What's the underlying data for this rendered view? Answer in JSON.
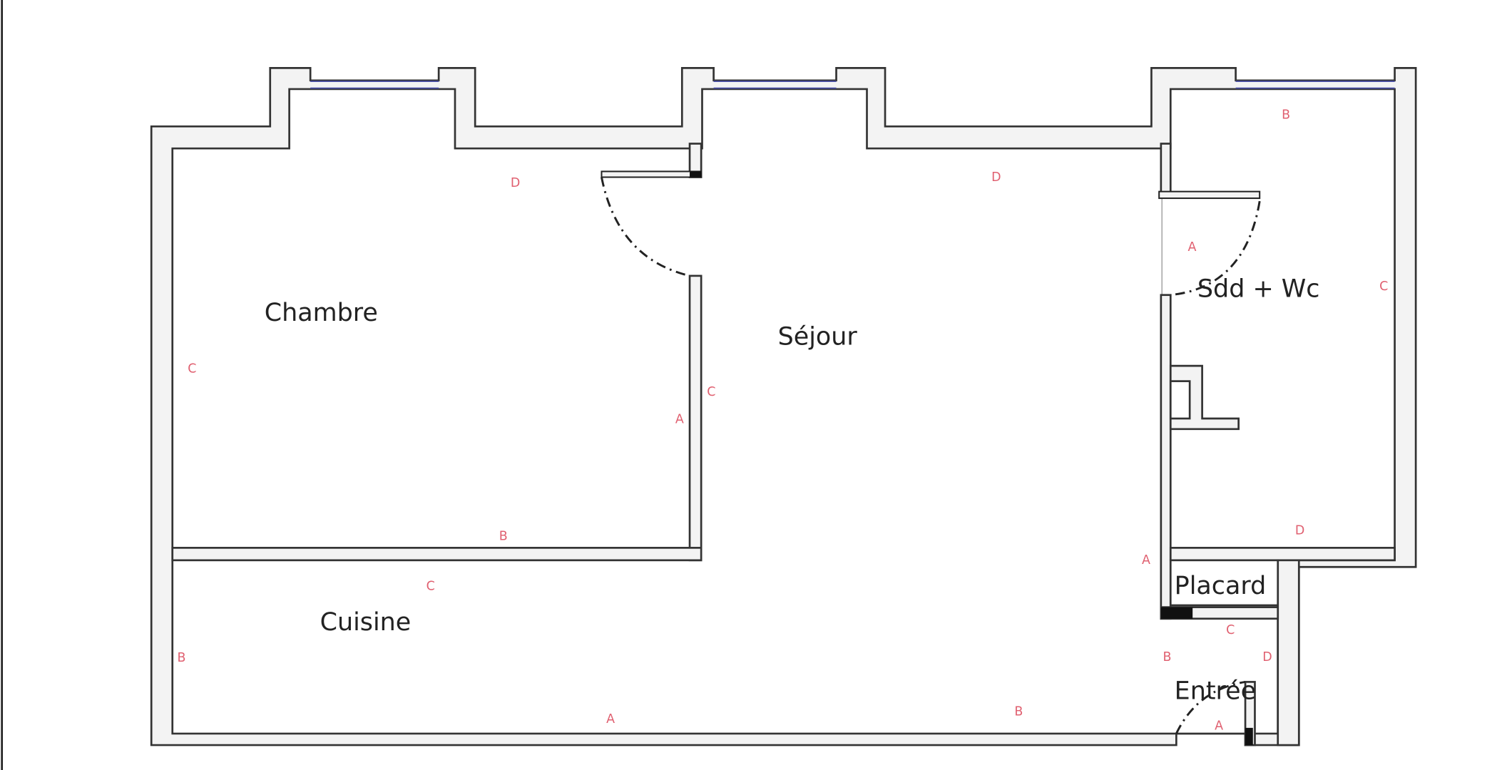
{
  "rooms": {
    "chambre": "Chambre",
    "sejour": "Séjour",
    "sdd_wc": "Sdd + Wc",
    "placard": "Placard",
    "cuisine": "Cuisine",
    "entree": "Entrée"
  },
  "wall_markers": [
    "D",
    "D",
    "B",
    "A",
    "C",
    "C",
    "C",
    "A",
    "B",
    "D",
    "A",
    "C",
    "C",
    "B",
    "D",
    "B",
    "A",
    "B",
    "A"
  ],
  "colors": {
    "wall_fill": "#f3f3f3",
    "wall_stroke": "#333333",
    "window": "#4a4fa8",
    "marker": "#e06070"
  }
}
